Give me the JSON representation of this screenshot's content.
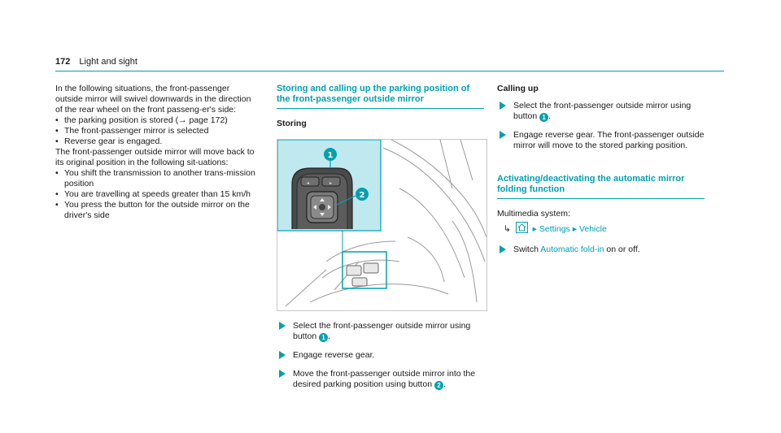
{
  "header": {
    "page_number": "172",
    "section": "Light and sight"
  },
  "col1": {
    "intro": "In the following situations, the front-passenger outside mirror will swivel downwards in the direction of the rear wheel on the front passeng-er's side:",
    "list1": [
      "the parking position is stored (→ page 172)",
      "The front-passenger mirror is selected",
      "Reverse gear is engaged."
    ],
    "para2": "The front-passenger outside mirror will move back to its original position in the following sit-uations:",
    "list2": [
      "You shift the transmission to another trans-mission position",
      "You are travelling at speeds greater than 15 km/h",
      "You press the button for the outside mirror on the driver's side"
    ]
  },
  "col2": {
    "heading": "Storing and calling up the parking position of the front-passenger outside mirror",
    "subheading": "Storing",
    "callout_1": "1",
    "callout_2": "2",
    "steps": [
      {
        "text": "Select the front-passenger outside mirror using button",
        "badge": "1",
        "end": "."
      },
      {
        "text": "Engage reverse gear.",
        "badge": "",
        "end": ""
      },
      {
        "text": "Move the front-passenger outside mirror into the desired parking position using button",
        "badge": "2",
        "end": "."
      }
    ]
  },
  "col3": {
    "calling_up": "Calling up",
    "steps": [
      {
        "text": "Select the front-passenger outside mirror using button",
        "badge": "1",
        "end": "."
      },
      {
        "text": "Engage reverse gear. The front-passenger outside mirror will move to the stored parking position.",
        "badge": "",
        "end": ""
      }
    ],
    "heading2": "Activating/deactivating the automatic mirror folding function",
    "multimedia": "Multimedia system:",
    "path": {
      "arrow": "↳",
      "home_icon": "home-icon",
      "sep": "▸",
      "item1": "Settings",
      "item2": "Vehicle"
    },
    "switch_step": {
      "pre": "Switch",
      "link": "Automatic fold-in",
      "post": "on or off."
    }
  },
  "colors": {
    "accent": "#00a0b0",
    "panel": "#bfe9ee",
    "text": "#1a1a1a"
  }
}
